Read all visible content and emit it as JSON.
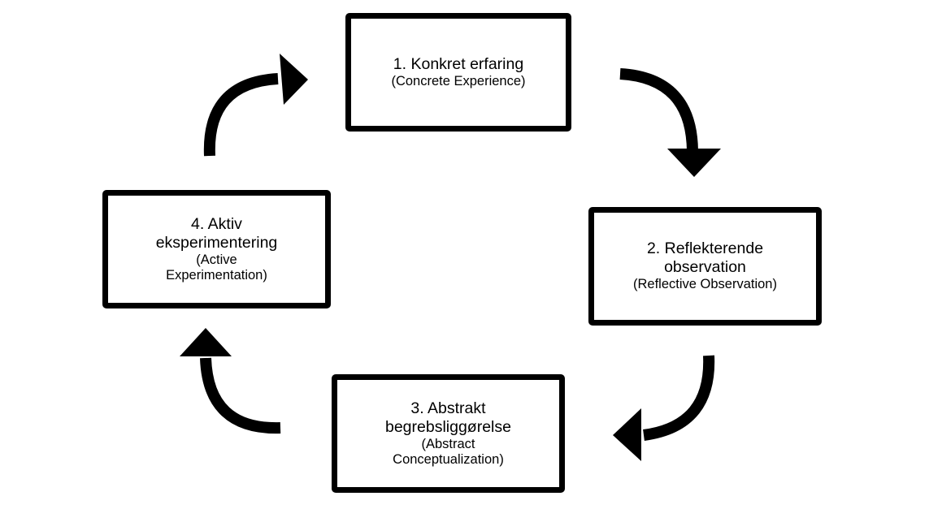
{
  "diagram": {
    "background": "#ffffff",
    "box_border_color": "#000000",
    "arrow_color": "#000000",
    "text_color": "#000000",
    "boxes": [
      {
        "step": 1,
        "title": "1. Konkret erfaring",
        "subtitle": "(Concrete Experience)"
      },
      {
        "step": 2,
        "title": "2. Reflekterende\nobservation",
        "subtitle": "(Reflective Observation)"
      },
      {
        "step": 3,
        "title": "3. Abstrakt\nbegrebsliggørelse",
        "subtitle": "(Abstract\nConceptualization)"
      },
      {
        "step": 4,
        "title": "4. Aktiv\neksperimentering",
        "subtitle": "(Active\nExperimentation)"
      }
    ],
    "arrows": [
      {
        "name": "arrow-1-to-2",
        "from": "1. Konkret erfaring",
        "to": "2. Reflekterende observation",
        "direction": "clockwise"
      },
      {
        "name": "arrow-2-to-3",
        "from": "2. Reflekterende observation",
        "to": "3. Abstrakt begrebsliggørelse",
        "direction": "clockwise"
      },
      {
        "name": "arrow-3-to-4",
        "from": "3. Abstrakt begrebsliggørelse",
        "to": "4. Aktiv eksperimentering",
        "direction": "clockwise"
      },
      {
        "name": "arrow-4-to-1",
        "from": "4. Aktiv eksperimentering",
        "to": "1. Konkret erfaring",
        "direction": "clockwise"
      }
    ]
  }
}
